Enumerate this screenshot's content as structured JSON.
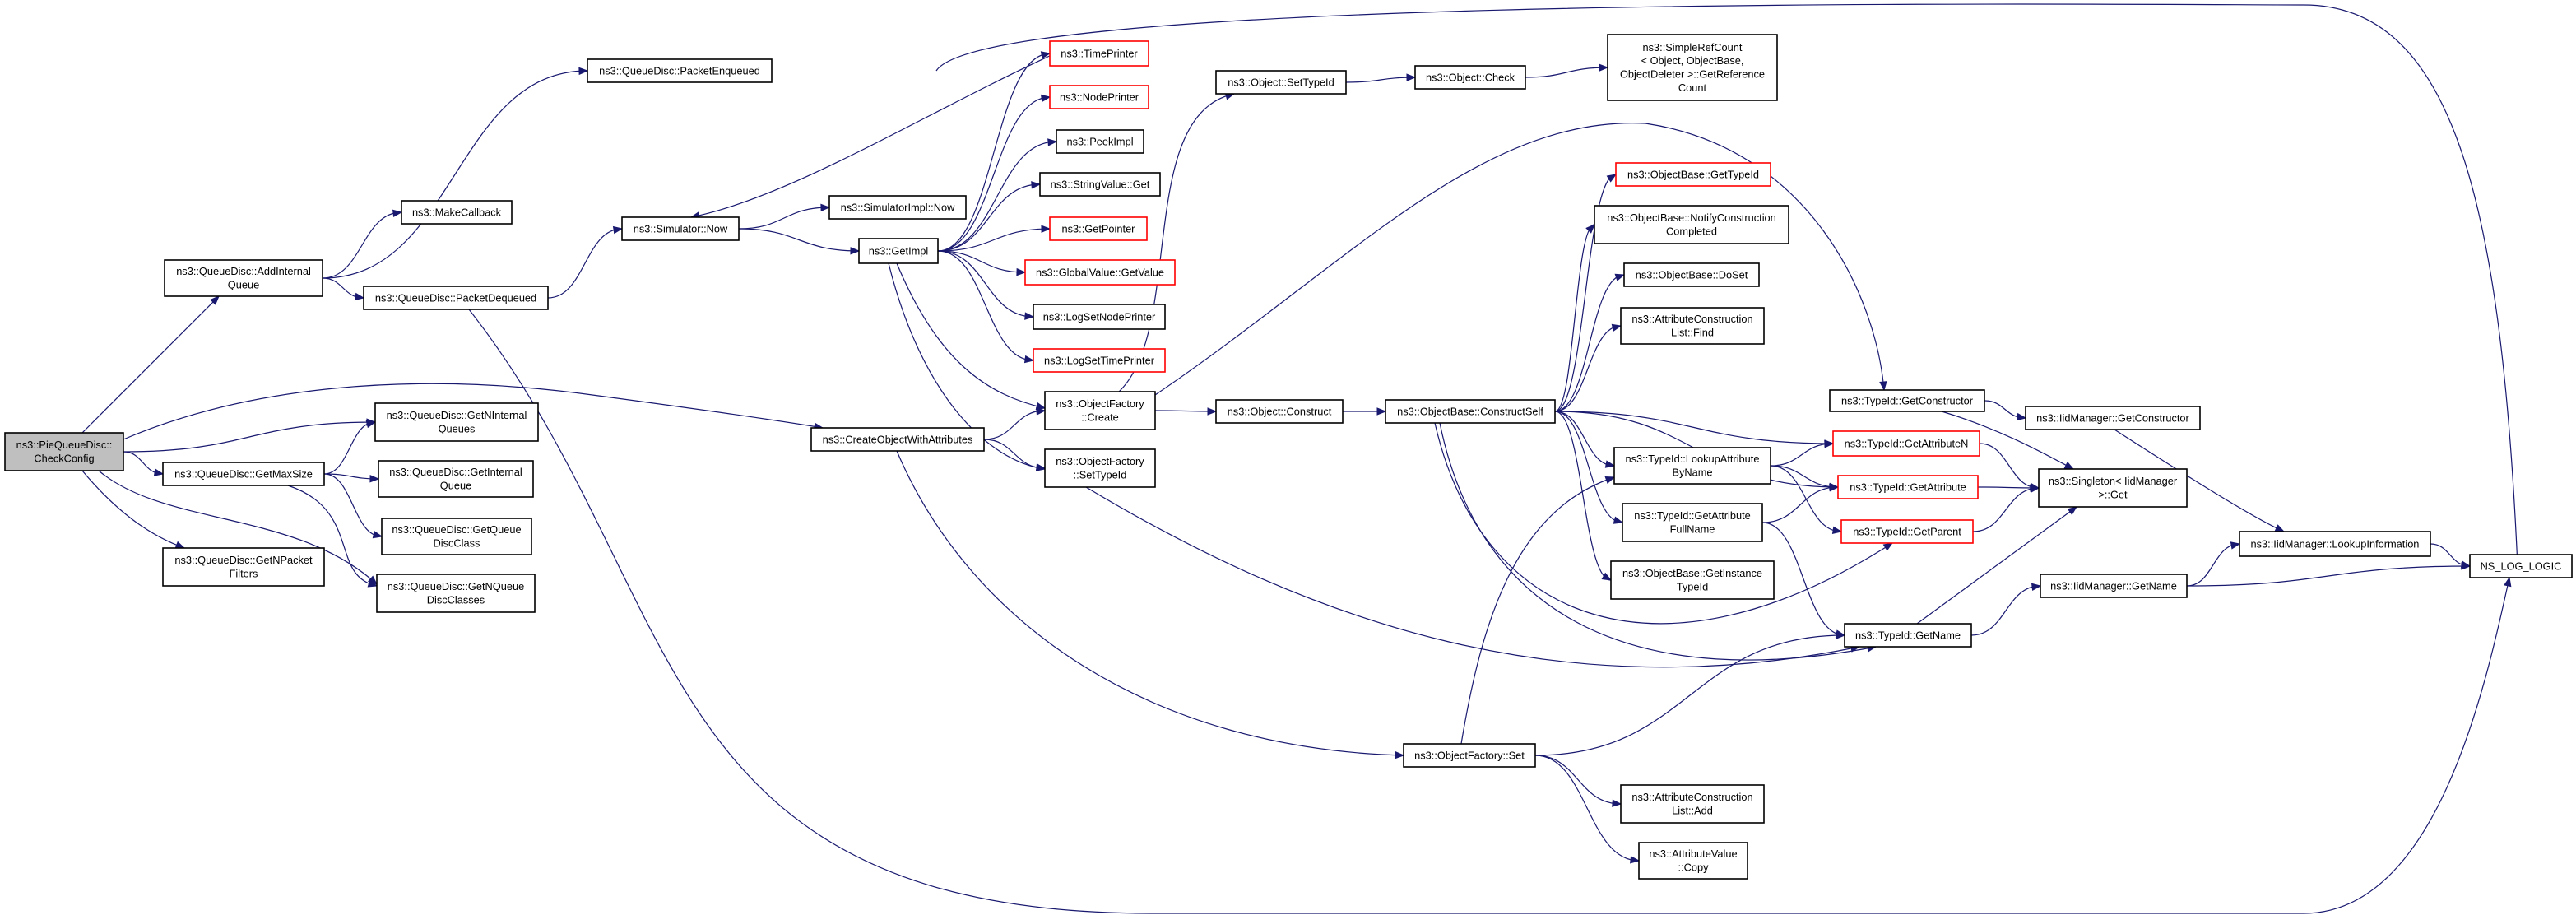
{
  "colors": {
    "edge": "#191970",
    "node_border": "#000000",
    "missing_border": "#ff0000",
    "root_fill": "#bfbfbf"
  },
  "nodes": [
    {
      "id": "checkconfig",
      "lines": [
        "ns3::PieQueueDisc::",
        "CheckConfig"
      ],
      "style": "root"
    },
    {
      "id": "addinternalqueue",
      "lines": [
        "ns3::QueueDisc::AddInternal",
        "Queue"
      ]
    },
    {
      "id": "makecallback",
      "lines": [
        "ns3::MakeCallback"
      ]
    },
    {
      "id": "packetenqueued",
      "lines": [
        "ns3::QueueDisc::PacketEnqueued"
      ]
    },
    {
      "id": "packetdequeued",
      "lines": [
        "ns3::QueueDisc::PacketDequeued"
      ]
    },
    {
      "id": "simnow",
      "lines": [
        "ns3::Simulator::Now"
      ]
    },
    {
      "id": "simimplnow",
      "lines": [
        "ns3::SimulatorImpl::Now"
      ]
    },
    {
      "id": "getimpl",
      "lines": [
        "ns3::GetImpl"
      ]
    },
    {
      "id": "timeprinter",
      "lines": [
        "ns3::TimePrinter"
      ],
      "style": "red"
    },
    {
      "id": "nodeprinter",
      "lines": [
        "ns3::NodePrinter"
      ],
      "style": "red"
    },
    {
      "id": "peekimpl",
      "lines": [
        "ns3::PeekImpl"
      ]
    },
    {
      "id": "stringvalueget",
      "lines": [
        "ns3::StringValue::Get"
      ]
    },
    {
      "id": "getpointer",
      "lines": [
        "ns3::GetPointer"
      ],
      "style": "red"
    },
    {
      "id": "globalvalue",
      "lines": [
        "ns3::GlobalValue::GetValue"
      ],
      "style": "red"
    },
    {
      "id": "logsetnode",
      "lines": [
        "ns3::LogSetNodePrinter"
      ]
    },
    {
      "id": "logsettime",
      "lines": [
        "ns3::LogSetTimePrinter"
      ],
      "style": "red"
    },
    {
      "id": "ofcreate",
      "lines": [
        "ns3::ObjectFactory",
        "::Create"
      ]
    },
    {
      "id": "ofsettypeid",
      "lines": [
        "ns3::ObjectFactory",
        "::SetTypeId"
      ]
    },
    {
      "id": "createobj",
      "lines": [
        "ns3::CreateObjectWithAttributes"
      ]
    },
    {
      "id": "getninternalqueues",
      "lines": [
        "ns3::QueueDisc::GetNInternal",
        "Queues"
      ]
    },
    {
      "id": "getmaxsize",
      "lines": [
        "ns3::QueueDisc::GetMaxSize"
      ]
    },
    {
      "id": "getinternalqueue",
      "lines": [
        "ns3::QueueDisc::GetInternal",
        "Queue"
      ]
    },
    {
      "id": "getqueuediscclass",
      "lines": [
        "ns3::QueueDisc::GetQueue",
        "DiscClass"
      ]
    },
    {
      "id": "getnpacketfilters",
      "lines": [
        "ns3::QueueDisc::GetNPacket",
        "Filters"
      ]
    },
    {
      "id": "getnqueuediscclasses",
      "lines": [
        "ns3::QueueDisc::GetNQueue",
        "DiscClasses"
      ]
    },
    {
      "id": "objsettypeid",
      "lines": [
        "ns3::Object::SetTypeId"
      ]
    },
    {
      "id": "objcheck",
      "lines": [
        "ns3::Object::Check"
      ]
    },
    {
      "id": "simplerefcount",
      "lines": [
        "ns3::SimpleRefCount",
        "< Object, ObjectBase,",
        "ObjectDeleter >::GetReference",
        "Count"
      ]
    },
    {
      "id": "obgettypeid",
      "lines": [
        "ns3::ObjectBase::GetTypeId"
      ],
      "style": "red"
    },
    {
      "id": "notifyconstruction",
      "lines": [
        "ns3::ObjectBase::NotifyConstruction",
        "Completed"
      ]
    },
    {
      "id": "doset",
      "lines": [
        "ns3::ObjectBase::DoSet"
      ]
    },
    {
      "id": "aclfind",
      "lines": [
        "ns3::AttributeConstruction",
        "List::Find"
      ]
    },
    {
      "id": "objconstruct",
      "lines": [
        "ns3::Object::Construct"
      ]
    },
    {
      "id": "constructself",
      "lines": [
        "ns3::ObjectBase::ConstructSelf"
      ]
    },
    {
      "id": "getconstructor",
      "lines": [
        "ns3::TypeId::GetConstructor"
      ]
    },
    {
      "id": "iidgetconstructor",
      "lines": [
        "ns3::IidManager::GetConstructor"
      ]
    },
    {
      "id": "getattributen",
      "lines": [
        "ns3::TypeId::GetAttributeN"
      ],
      "style": "red"
    },
    {
      "id": "lookupattr",
      "lines": [
        "ns3::TypeId::LookupAttribute",
        "ByName"
      ]
    },
    {
      "id": "getattribute",
      "lines": [
        "ns3::TypeId::GetAttribute"
      ],
      "style": "red"
    },
    {
      "id": "singletonget",
      "lines": [
        "ns3::Singleton< IidManager",
        ">::Get"
      ]
    },
    {
      "id": "getattrfullname",
      "lines": [
        "ns3::TypeId::GetAttribute",
        "FullName"
      ]
    },
    {
      "id": "getparent",
      "lines": [
        "ns3::TypeId::GetParent"
      ],
      "style": "red"
    },
    {
      "id": "getinstancetypeid",
      "lines": [
        "ns3::ObjectBase::GetInstance",
        "TypeId"
      ]
    },
    {
      "id": "lookupinfo",
      "lines": [
        "ns3::IidManager::LookupInformation"
      ]
    },
    {
      "id": "nslog",
      "lines": [
        "NS_LOG_LOGIC"
      ]
    },
    {
      "id": "iidgetname",
      "lines": [
        "ns3::IidManager::GetName"
      ]
    },
    {
      "id": "typeidgetname",
      "lines": [
        "ns3::TypeId::GetName"
      ]
    },
    {
      "id": "ofset",
      "lines": [
        "ns3::ObjectFactory::Set"
      ]
    },
    {
      "id": "acladd",
      "lines": [
        "ns3::AttributeConstruction",
        "List::Add"
      ]
    },
    {
      "id": "avcopy",
      "lines": [
        "ns3::AttributeValue",
        "::Copy"
      ]
    }
  ],
  "edges": [
    [
      "checkconfig",
      "addinternalqueue"
    ],
    [
      "checkconfig",
      "createobj"
    ],
    [
      "checkconfig",
      "getninternalqueues"
    ],
    [
      "checkconfig",
      "getmaxsize"
    ],
    [
      "checkconfig",
      "getnpacketfilters"
    ],
    [
      "checkconfig",
      "getnqueuediscclasses"
    ],
    [
      "addinternalqueue",
      "makecallback"
    ],
    [
      "addinternalqueue",
      "packetenqueued"
    ],
    [
      "addinternalqueue",
      "packetdequeued"
    ],
    [
      "packetenqueued",
      "nslog"
    ],
    [
      "packetdequeued",
      "simnow"
    ],
    [
      "packetdequeued",
      "nslog"
    ],
    [
      "simnow",
      "simimplnow"
    ],
    [
      "simnow",
      "getimpl"
    ],
    [
      "timeprinter",
      "simnow"
    ],
    [
      "getimpl",
      "timeprinter"
    ],
    [
      "getimpl",
      "nodeprinter"
    ],
    [
      "getimpl",
      "peekimpl"
    ],
    [
      "getimpl",
      "stringvalueget"
    ],
    [
      "getimpl",
      "getpointer"
    ],
    [
      "getimpl",
      "globalvalue"
    ],
    [
      "getimpl",
      "logsetnode"
    ],
    [
      "getimpl",
      "logsettime"
    ],
    [
      "getimpl",
      "ofcreate"
    ],
    [
      "getimpl",
      "ofsettypeid"
    ],
    [
      "getmaxsize",
      "getninternalqueues"
    ],
    [
      "getmaxsize",
      "getinternalqueue"
    ],
    [
      "getmaxsize",
      "getqueuediscclass"
    ],
    [
      "getmaxsize",
      "getnqueuediscclasses"
    ],
    [
      "createobj",
      "ofcreate"
    ],
    [
      "createobj",
      "ofsettypeid"
    ],
    [
      "createobj",
      "ofset"
    ],
    [
      "ofcreate",
      "objsettypeid"
    ],
    [
      "ofcreate",
      "objconstruct"
    ],
    [
      "ofcreate",
      "getconstructor"
    ],
    [
      "ofsettypeid",
      "typeidgetname"
    ],
    [
      "objsettypeid",
      "objcheck"
    ],
    [
      "objcheck",
      "simplerefcount"
    ],
    [
      "objconstruct",
      "constructself"
    ],
    [
      "constructself",
      "obgettypeid"
    ],
    [
      "constructself",
      "notifyconstruction"
    ],
    [
      "constructself",
      "doset"
    ],
    [
      "constructself",
      "aclfind"
    ],
    [
      "constructself",
      "getattributen"
    ],
    [
      "constructself",
      "getattribute"
    ],
    [
      "constructself",
      "lookupattr"
    ],
    [
      "constructself",
      "getattrfullname"
    ],
    [
      "constructself",
      "getinstancetypeid"
    ],
    [
      "constructself",
      "getparent"
    ],
    [
      "constructself",
      "typeidgetname"
    ],
    [
      "getconstructor",
      "iidgetconstructor"
    ],
    [
      "getconstructor",
      "singletonget"
    ],
    [
      "iidgetconstructor",
      "lookupinfo"
    ],
    [
      "lookupattr",
      "getattributen"
    ],
    [
      "lookupattr",
      "getattribute"
    ],
    [
      "lookupattr",
      "getparent"
    ],
    [
      "getattrfullname",
      "getattribute"
    ],
    [
      "getattrfullname",
      "typeidgetname"
    ],
    [
      "getattributen",
      "singletonget"
    ],
    [
      "getattribute",
      "singletonget"
    ],
    [
      "getparent",
      "singletonget"
    ],
    [
      "typeidgetname",
      "singletonget"
    ],
    [
      "typeidgetname",
      "iidgetname"
    ],
    [
      "iidgetname",
      "lookupinfo"
    ],
    [
      "iidgetname",
      "nslog"
    ],
    [
      "lookupinfo",
      "nslog"
    ],
    [
      "ofset",
      "lookupattr"
    ],
    [
      "ofset",
      "typeidgetname"
    ],
    [
      "ofset",
      "acladd"
    ],
    [
      "ofset",
      "avcopy"
    ]
  ]
}
